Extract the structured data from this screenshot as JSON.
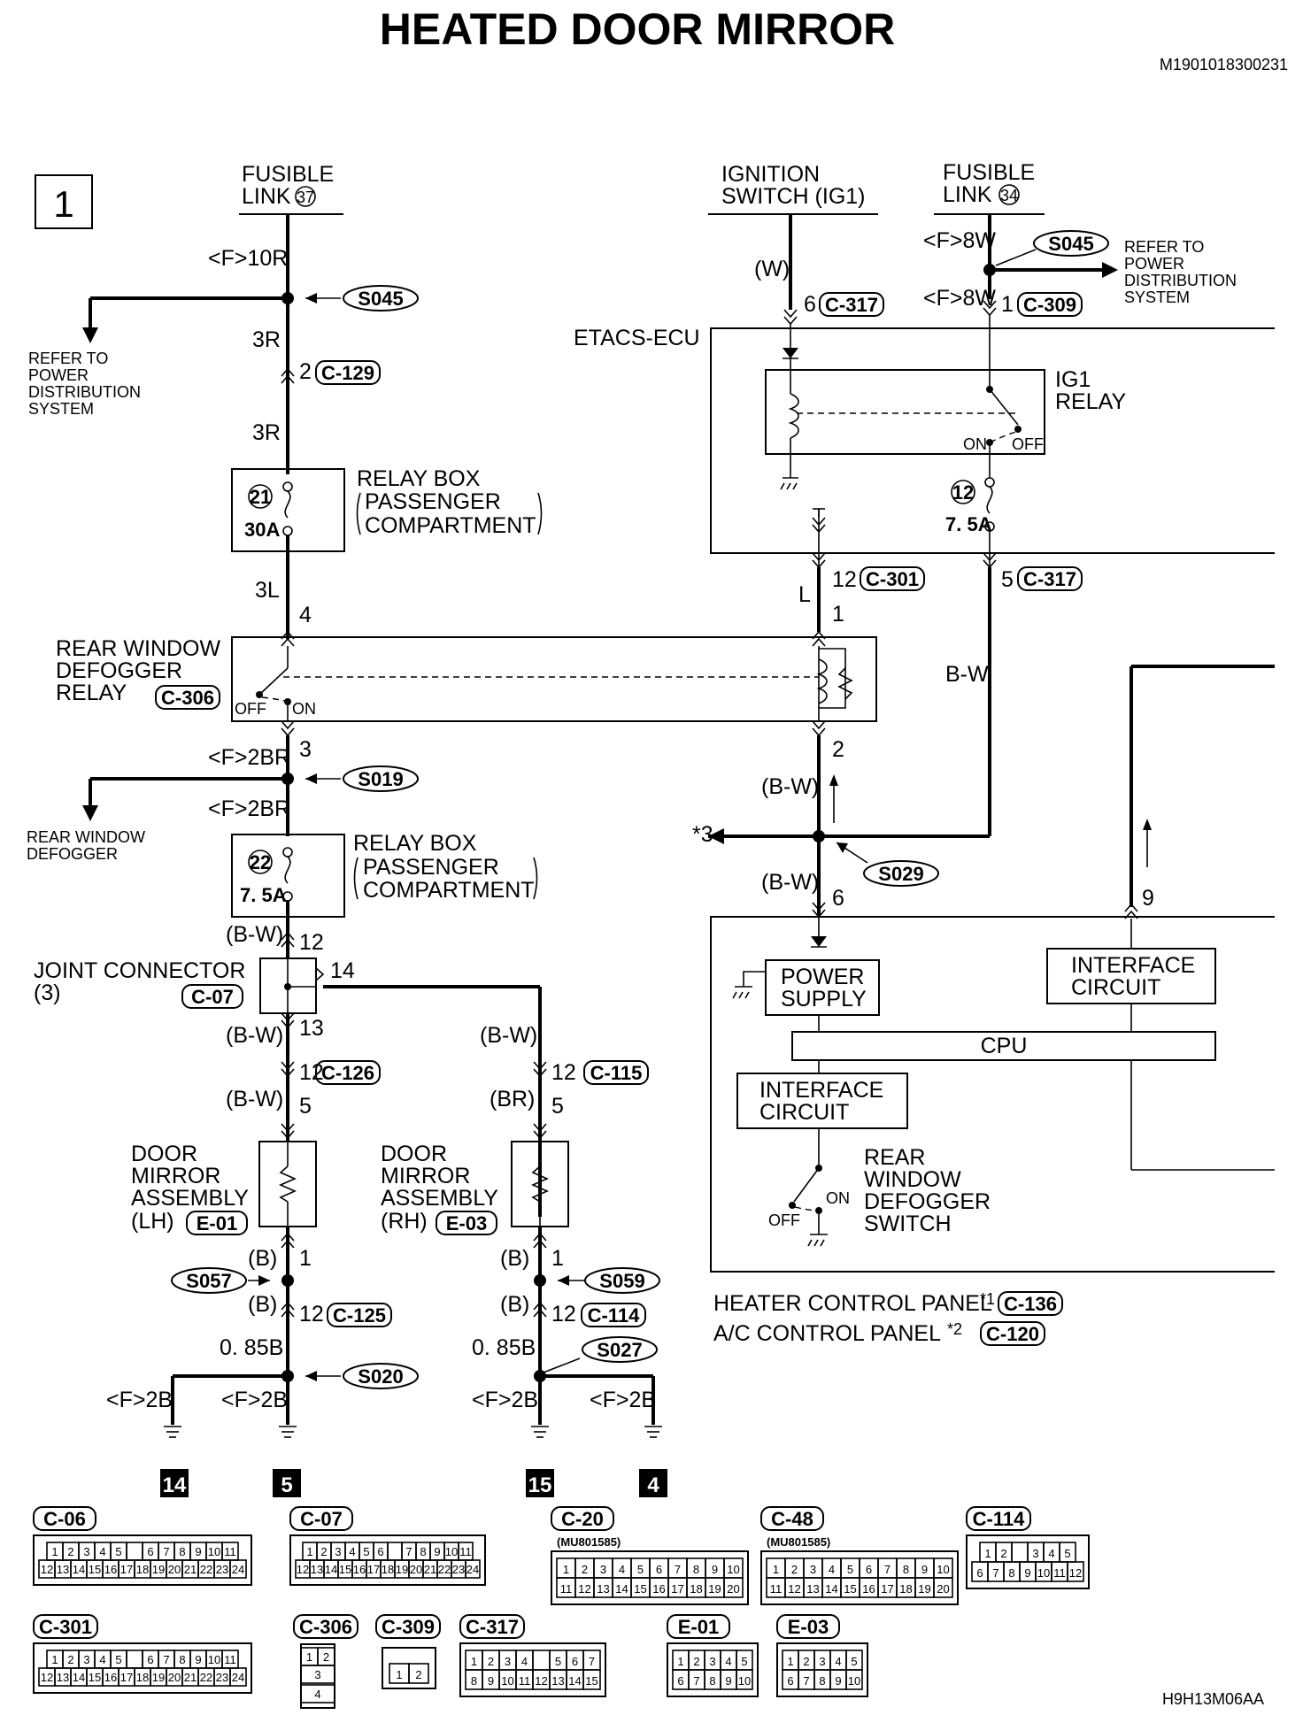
{
  "title": "HEATED DOOR MIRROR",
  "doc_code": "M1901018300231",
  "sheet_no": "1",
  "footer_code": "H9H13M06AA",
  "labels": {
    "fusible_link": "FUSIBLE",
    "link": "LINK",
    "fl37": "37",
    "fl34": "34",
    "ignition": "IGNITION",
    "ig_switch": "SWITCH (IG1)",
    "refer1": "REFER TO",
    "refer2": "POWER",
    "refer3": "DISTRIBUTION",
    "refer4": "SYSTEM",
    "etacs": "ETACS-ECU",
    "ig1": "IG1",
    "relay": "RELAY",
    "relay_box": "RELAY BOX",
    "passenger": "PASSENGER",
    "compartment": "COMPARTMENT",
    "rwd_relay1": "REAR WINDOW",
    "rwd_relay2": "DEFOGGER",
    "rwd_relay3": "RELAY",
    "rwd_def1": "REAR WINDOW",
    "rwd_def2": "DEFOGGER",
    "joint1": "JOINT CONNECTOR",
    "joint2": "(3)",
    "door": "DOOR",
    "mirror": "MIRROR",
    "assembly": "ASSEMBLY",
    "lh": "(LH)",
    "rh": "(RH)",
    "power": "POWER",
    "supply": "SUPPLY",
    "interface": "INTERFACE",
    "circuit": "CIRCUIT",
    "cpu": "CPU",
    "rear": "REAR",
    "window": "WINDOW",
    "defogger": "DEFOGGER",
    "switch": "SWITCH",
    "heater_panel": "HEATER CONTROL PANEL",
    "ac_panel": "A/C CONTROL PANEL",
    "star1": "*1",
    "star2": "*2",
    "star3": "*3",
    "on": "ON",
    "off": "OFF",
    "f21": "21",
    "f22": "22",
    "f12": "12",
    "a30": "30A",
    "a75": "7.5A",
    "a75b": "7. 5A"
  },
  "wires": {
    "f10r": "<F>10R",
    "r3": "3R",
    "l3": "3L",
    "f2br": "<F>2BR",
    "bw": "(B-W)",
    "br": "(BR)",
    "b": "(B)",
    "b085": "0. 85B",
    "f2b": "<F>2B",
    "w": "(W)",
    "f8w": "<F>8W",
    "l": "L",
    "bwp": "B-W"
  },
  "pins": {
    "p1": "1",
    "p2": "2",
    "p3": "3",
    "p4": "4",
    "p5": "5",
    "p6": "6",
    "p9": "9",
    "p12": "12",
    "p13": "13",
    "p14": "14"
  },
  "connectors": {
    "c129": "C-129",
    "c306": "C-306",
    "c07": "C-07",
    "c126": "C-126",
    "c115": "C-115",
    "e01": "E-01",
    "e03": "E-03",
    "c125": "C-125",
    "c114": "C-114",
    "c317": "C-317",
    "c309": "C-309",
    "c301": "C-301",
    "c136": "C-136",
    "c120": "C-120",
    "c06": "C-06",
    "c20": "C-20",
    "c48": "C-48"
  },
  "splices": {
    "s045": "S045",
    "s019": "S019",
    "s029": "S029",
    "s057": "S057",
    "s059": "S059",
    "s020": "S020",
    "s027": "S027"
  },
  "grounds": {
    "g14": "14",
    "g5": "5",
    "g15": "15",
    "g4": "4"
  },
  "mu_part": "(MU801585)",
  "connector_views": {
    "c06": {
      "top": [
        "1",
        "2",
        "3",
        "4",
        "5",
        "",
        "6",
        "7",
        "8",
        "9",
        "10",
        "11"
      ],
      "bottom": [
        "12",
        "13",
        "14",
        "15",
        "16",
        "17",
        "18",
        "19",
        "20",
        "21",
        "22",
        "23",
        "24"
      ]
    },
    "c07": {
      "top": [
        "1",
        "2",
        "3",
        "4",
        "5",
        "6",
        "",
        "7",
        "8",
        "9",
        "10",
        "11"
      ],
      "bottom": [
        "12",
        "13",
        "14",
        "15",
        "16",
        "17",
        "18",
        "19",
        "20",
        "21",
        "22",
        "23",
        "24"
      ]
    },
    "c20": {
      "top": [
        "1",
        "2",
        "3",
        "4",
        "5",
        "6",
        "7",
        "8",
        "9",
        "10"
      ],
      "bottom": [
        "11",
        "12",
        "13",
        "14",
        "15",
        "16",
        "17",
        "18",
        "19",
        "20"
      ]
    },
    "c48": {
      "top": [
        "1",
        "2",
        "3",
        "4",
        "5",
        "6",
        "7",
        "8",
        "9",
        "10"
      ],
      "bottom": [
        "11",
        "12",
        "13",
        "14",
        "15",
        "16",
        "17",
        "18",
        "19",
        "20"
      ]
    },
    "c114": {
      "top": [
        "1",
        "2",
        "",
        "3",
        "4",
        "5"
      ],
      "bottom": [
        "6",
        "7",
        "8",
        "9",
        "10",
        "11",
        "12"
      ]
    },
    "c301": {
      "top": [
        "1",
        "2",
        "3",
        "4",
        "5",
        "",
        "6",
        "7",
        "8",
        "9",
        "10",
        "11"
      ],
      "bottom": [
        "12",
        "13",
        "14",
        "15",
        "16",
        "17",
        "18",
        "19",
        "20",
        "21",
        "22",
        "23",
        "24"
      ]
    },
    "c306": {
      "rows": [
        "1",
        "2",
        "3",
        "4"
      ]
    },
    "c309": {
      "rows": [
        "1",
        "2"
      ]
    },
    "c317": {
      "top": [
        "1",
        "2",
        "3",
        "4",
        "",
        "5",
        "6",
        "7"
      ],
      "bottom": [
        "8",
        "9",
        "10",
        "11",
        "12",
        "13",
        "14",
        "15"
      ]
    },
    "e01": {
      "top": [
        "1",
        "2",
        "3",
        "4",
        "5"
      ],
      "bottom": [
        "6",
        "7",
        "8",
        "9",
        "10"
      ]
    },
    "e03": {
      "top": [
        "1",
        "2",
        "3",
        "4",
        "5"
      ],
      "bottom": [
        "6",
        "7",
        "8",
        "9",
        "10"
      ]
    }
  }
}
